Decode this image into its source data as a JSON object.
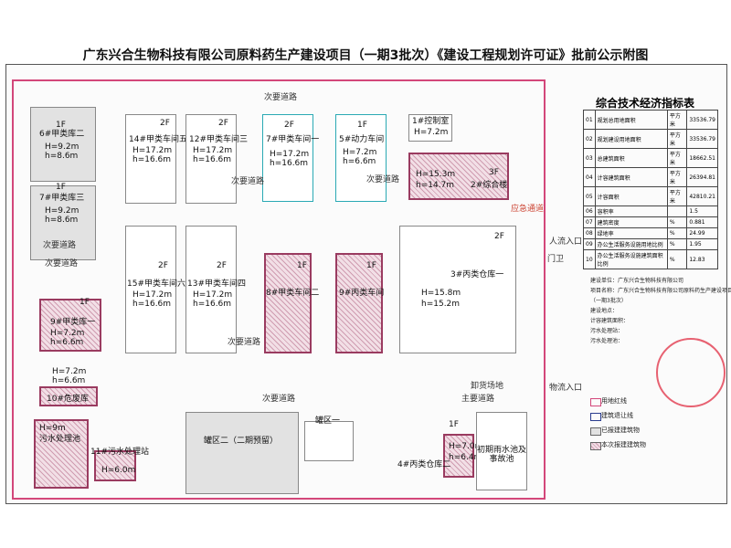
{
  "title": "广东兴合生物科技有限公司原料药生产建设项目（一期3批次）《建设工程规划许可证》批前公示附图",
  "buildings": [
    {
      "name": "6#甲类库二",
      "floors": "1F",
      "h1": "H=9.2m",
      "h2": "h=8.6m"
    },
    {
      "name": "7#甲类库三",
      "floors": "1F",
      "h1": "H=9.2m",
      "h2": "h=8.6m"
    },
    {
      "name": "9#甲类库一",
      "floors": "1F",
      "h1": "H=7.2m",
      "h2": "h=6.6m"
    },
    {
      "name": "10#危废库",
      "floors": "",
      "h1": "H=7.2m",
      "h2": "h=6.6m"
    },
    {
      "name": "14#甲类车间五",
      "floors": "2F",
      "h1": "H=17.2m",
      "h2": "h=16.6m"
    },
    {
      "name": "12#甲类车间三",
      "floors": "2F",
      "h1": "H=17.2m",
      "h2": "h=16.6m"
    },
    {
      "name": "7#甲类车间一",
      "floors": "2F",
      "h1": "H=17.2m",
      "h2": "h=16.6m"
    },
    {
      "name": "5#动力车间",
      "floors": "1F",
      "h1": "H=7.2m",
      "h2": "h=6.6m"
    },
    {
      "name": "1#控制室",
      "floors": "",
      "h1": "H=7.2m",
      "h2": ""
    },
    {
      "name": "2#综合楼",
      "floors": "3F",
      "h1": "H=15.3m",
      "h2": "h=14.7m"
    },
    {
      "name": "15#甲类车间六",
      "floors": "2F",
      "h1": "H=17.2m",
      "h2": "h=16.6m"
    },
    {
      "name": "13#甲类车间四",
      "floors": "2F",
      "h1": "H=17.2m",
      "h2": "h=16.6m"
    },
    {
      "name": "8#甲类车间二",
      "floors": "1F",
      "h1": "",
      "h2": ""
    },
    {
      "name": "9#丙类车间",
      "floors": "1F",
      "h1": "",
      "h2": ""
    },
    {
      "name": "3#丙类仓库一",
      "floors": "2F",
      "h1": "H=15.8m",
      "h2": "h=15.2m"
    },
    {
      "name": "污水处理池",
      "floors": "",
      "h1": "H=9m",
      "h2": ""
    },
    {
      "name": "11#污水处理站",
      "floors": "",
      "h1": "H=6.0m",
      "h2": ""
    },
    {
      "name": "罐区二（二期预留）",
      "floors": "",
      "h1": "",
      "h2": ""
    },
    {
      "name": "罐区一",
      "floors": "",
      "h1": "",
      "h2": ""
    },
    {
      "name": "4#丙类仓库二",
      "floors": "1F",
      "h1": "H=7.0m",
      "h2": "h=6.4m"
    },
    {
      "name": "初期雨水池及事故池",
      "floors": "",
      "h1": "",
      "h2": ""
    }
  ],
  "roads": [
    "次要道路",
    "次要道路",
    "次要道路",
    "次要道路",
    "次要道路",
    "次要道路",
    "次要道路",
    "主要道路",
    "卸货场地"
  ],
  "gate_labels": [
    "人流入口",
    "物流入口",
    "应急通道",
    "门卫"
  ],
  "table": {
    "title": "综合技术经济指标表",
    "rows": [
      [
        "01",
        "规划总用地面积",
        "平方米",
        "33536.79"
      ],
      [
        "02",
        "规划建设用地面积",
        "平方米",
        "33536.79"
      ],
      [
        "03",
        "总建筑面积",
        "平方米",
        "18662.51"
      ],
      [
        "04",
        "计容建筑面积",
        "平方米",
        "26394.81"
      ],
      [
        "05",
        "计容面积",
        "平方米",
        "42810.21"
      ],
      [
        "06",
        "容积率",
        "",
        "1.5"
      ],
      [
        "07",
        "建筑密度",
        "%",
        "0.881"
      ],
      [
        "08",
        "绿地率",
        "%",
        "24.99"
      ],
      [
        "09",
        "办公生活服务设施用地比例",
        "%",
        "1.95"
      ],
      [
        "10",
        "办公生活服务设施建筑面积比例",
        "%",
        "12.83"
      ]
    ]
  },
  "info": [
    "建设单位：广东兴合生物科技有限公司",
    "项目名称：广东兴合生物科技有限公司原料药生产建设项目",
    "（一期3批次）",
    "建设地点：",
    "计容建筑面积：",
    "污水处理站：",
    "污水处理池："
  ],
  "legend": [
    "用地红线",
    "建筑退让线",
    "已报建建筑物",
    "本次报建建筑物"
  ]
}
